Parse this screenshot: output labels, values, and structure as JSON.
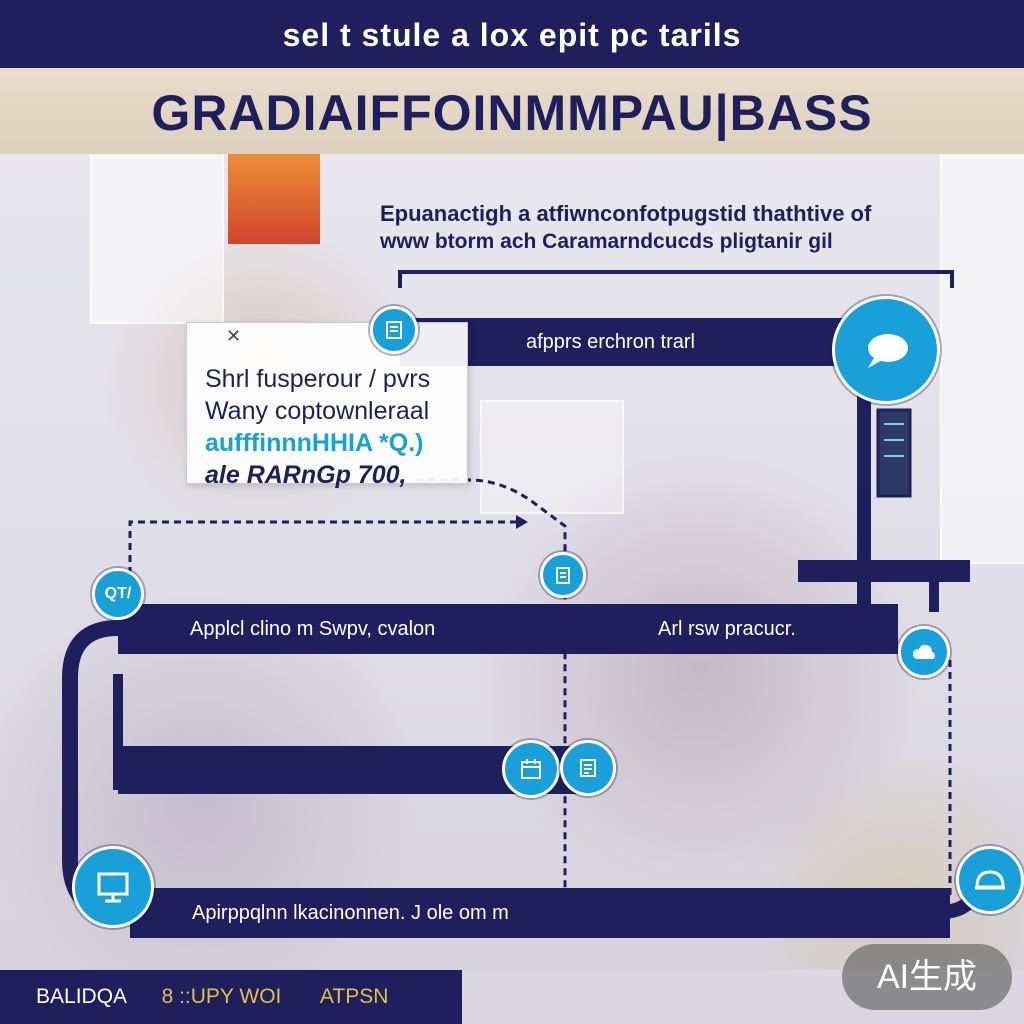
{
  "header": {
    "top_title": "sel t stule  a lox  epit  pc tarils",
    "banner_title": "GRADIAIFFOINMMPAU|BASS"
  },
  "subtitle": {
    "line1": "Epuanactigh a atfiwnconfotpugstid  thathtive of",
    "line2": "www btorm ach Caramarndcucds pligtanir gil"
  },
  "note_card": {
    "line1": "Shrl fusperour / pvrs",
    "line2": "Wany coptownleraal",
    "line3": "aufffinnnHHIA  *Q.)",
    "line4": "ale  RARnGp 700,"
  },
  "bars": {
    "bar1_label": "afpprs erchron trarl",
    "bar2_left_label": "Applcl clino m Swpv, cvalon",
    "bar2_right_label": "Arl rsw pracucr.",
    "bar4_label": "Apirppqlnn  lkacinonnen.  J ole om m"
  },
  "badges": {
    "step_badge": "QT/"
  },
  "footer": {
    "left": "BALIDQA",
    "middle": "8 ::UPY WOI",
    "right": "ATPSN"
  },
  "watermark": "AI生成",
  "colors": {
    "navy": "#1e1f5c",
    "cyan": "#1aa0d8",
    "banner": "#e2d5c3",
    "accent_yellow": "#e0c04a"
  },
  "icons": [
    "document-icon",
    "chat-bubble-icon",
    "clipboard-icon",
    "monitor-icon",
    "cloud-icon",
    "calendar-icon"
  ]
}
